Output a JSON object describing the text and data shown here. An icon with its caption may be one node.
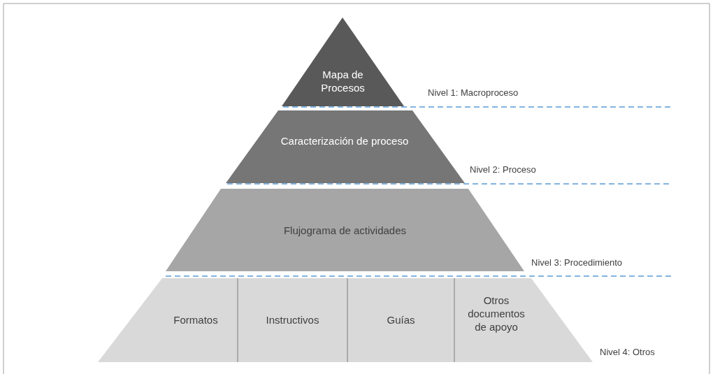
{
  "diagram": {
    "nodes": [
      {
        "text": [
          "Mapa de Procesos"
        ]
      },
      {
        "text": [
          "Caracterización de proceso"
        ]
      },
      {
        "text": [
          "Flujograma de actividades"
        ]
      },
      {
        "text": [
          "Formatos"
        ]
      },
      {
        "text": [
          "Instructivos"
        ]
      },
      {
        "text": [
          "Guías"
        ]
      },
      {
        "text": [
          "Otros documentos de apoyo"
        ]
      }
    ],
    "edges": [],
    "labels": [
      "Nivel 1: Macroproceso",
      "Nivel 2: Proceso",
      "Nivel 3: Procedimiento",
      "Nivel 4: Otros"
    ]
  }
}
